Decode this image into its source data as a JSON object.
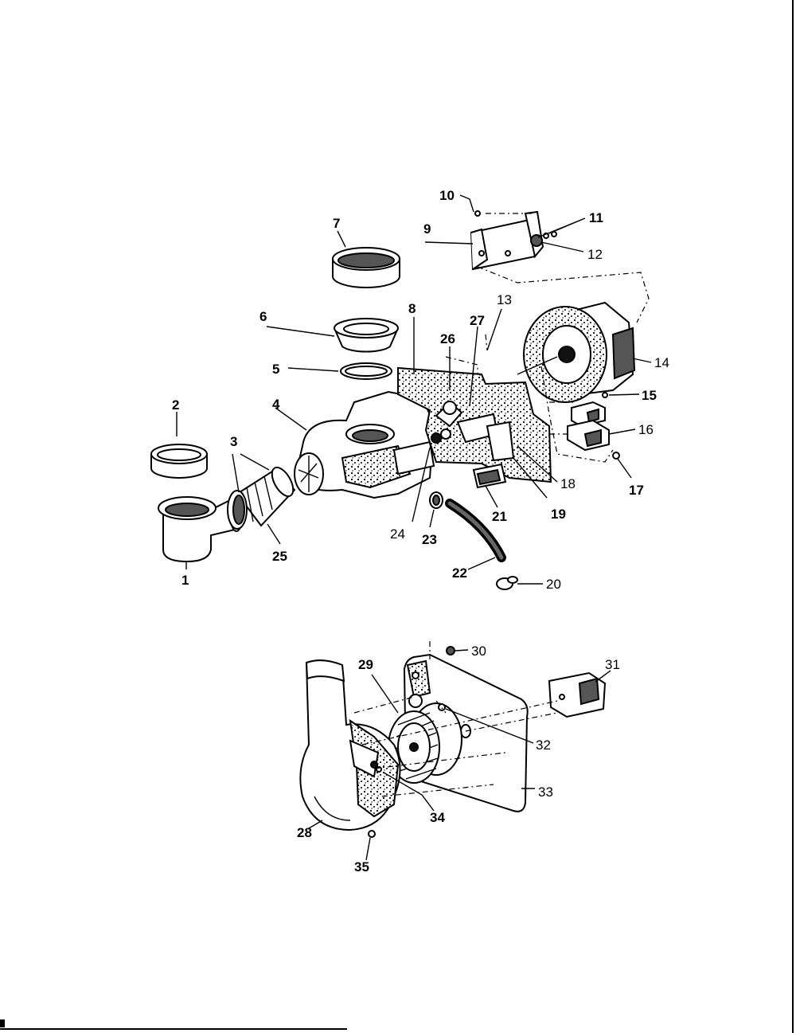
{
  "diagram": {
    "labels": [
      {
        "id": "1",
        "text": "1"
      },
      {
        "id": "2",
        "text": "2"
      },
      {
        "id": "3",
        "text": "3"
      },
      {
        "id": "4",
        "text": "4"
      },
      {
        "id": "5",
        "text": "5"
      },
      {
        "id": "6",
        "text": "6"
      },
      {
        "id": "7",
        "text": "7"
      },
      {
        "id": "8",
        "text": "8"
      },
      {
        "id": "9",
        "text": "9"
      },
      {
        "id": "10",
        "text": "10"
      },
      {
        "id": "11",
        "text": "11"
      },
      {
        "id": "12",
        "text": "12"
      },
      {
        "id": "13",
        "text": "13"
      },
      {
        "id": "14",
        "text": "14"
      },
      {
        "id": "15",
        "text": "15"
      },
      {
        "id": "16",
        "text": "16"
      },
      {
        "id": "17",
        "text": "17"
      },
      {
        "id": "18",
        "text": "18"
      },
      {
        "id": "19",
        "text": "19"
      },
      {
        "id": "20",
        "text": "20"
      },
      {
        "id": "21",
        "text": "21"
      },
      {
        "id": "22",
        "text": "22"
      },
      {
        "id": "23",
        "text": "23"
      },
      {
        "id": "24",
        "text": "24"
      },
      {
        "id": "25",
        "text": "25"
      },
      {
        "id": "26",
        "text": "26"
      },
      {
        "id": "27",
        "text": "27"
      },
      {
        "id": "28",
        "text": "28"
      },
      {
        "id": "29",
        "text": "29"
      },
      {
        "id": "30",
        "text": "30"
      },
      {
        "id": "31",
        "text": "31"
      },
      {
        "id": "32",
        "text": "32"
      },
      {
        "id": "33",
        "text": "33"
      },
      {
        "id": "34",
        "text": "34"
      },
      {
        "id": "35",
        "text": "35"
      }
    ]
  }
}
